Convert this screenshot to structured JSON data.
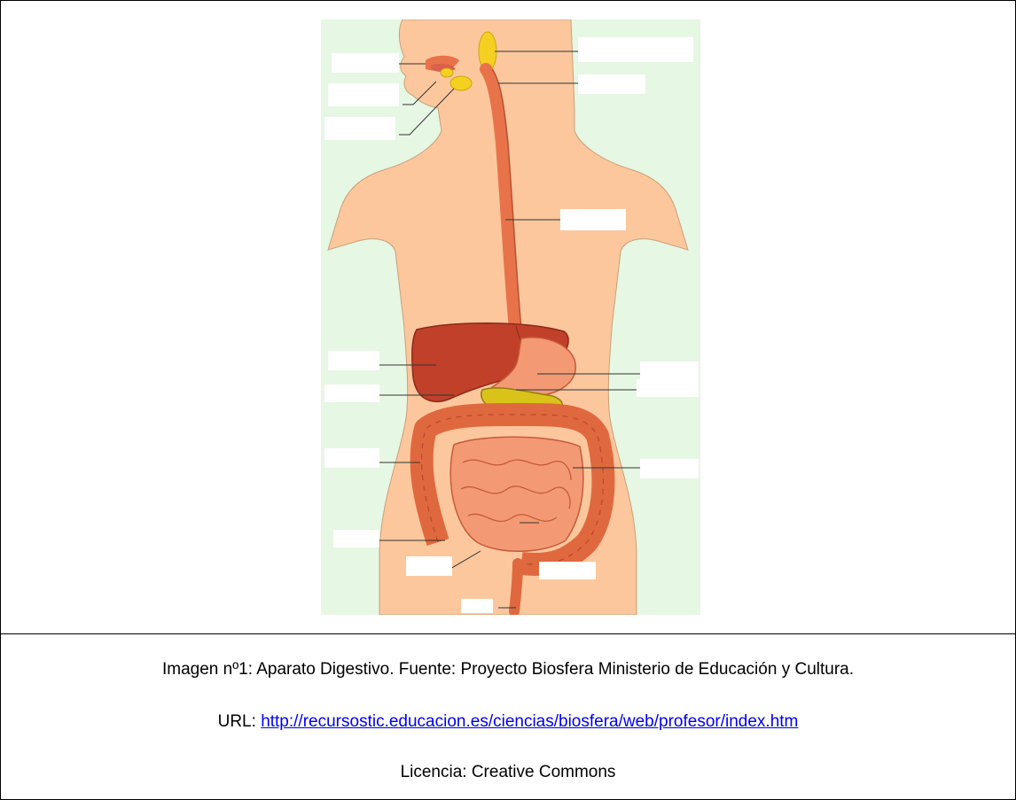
{
  "caption": {
    "title": "Imagen nº1: Aparato Digestivo. Fuente: Proyecto Biosfera Ministerio de Educación y Cultura.",
    "url_prefix": "URL: ",
    "url": "http://recursostic.educacion.es/ciencias/biosfera/web/profesor/index.htm",
    "license": "Licencia: Creative Commons"
  },
  "figure": {
    "colors": {
      "background": "#e6f7e3",
      "skin": "#fcc79d",
      "digestive_tract": "#e8734a",
      "liver": "#c0402a",
      "glands": "#f5d020",
      "label_box": "#ffffff"
    },
    "labels_blank": true
  }
}
